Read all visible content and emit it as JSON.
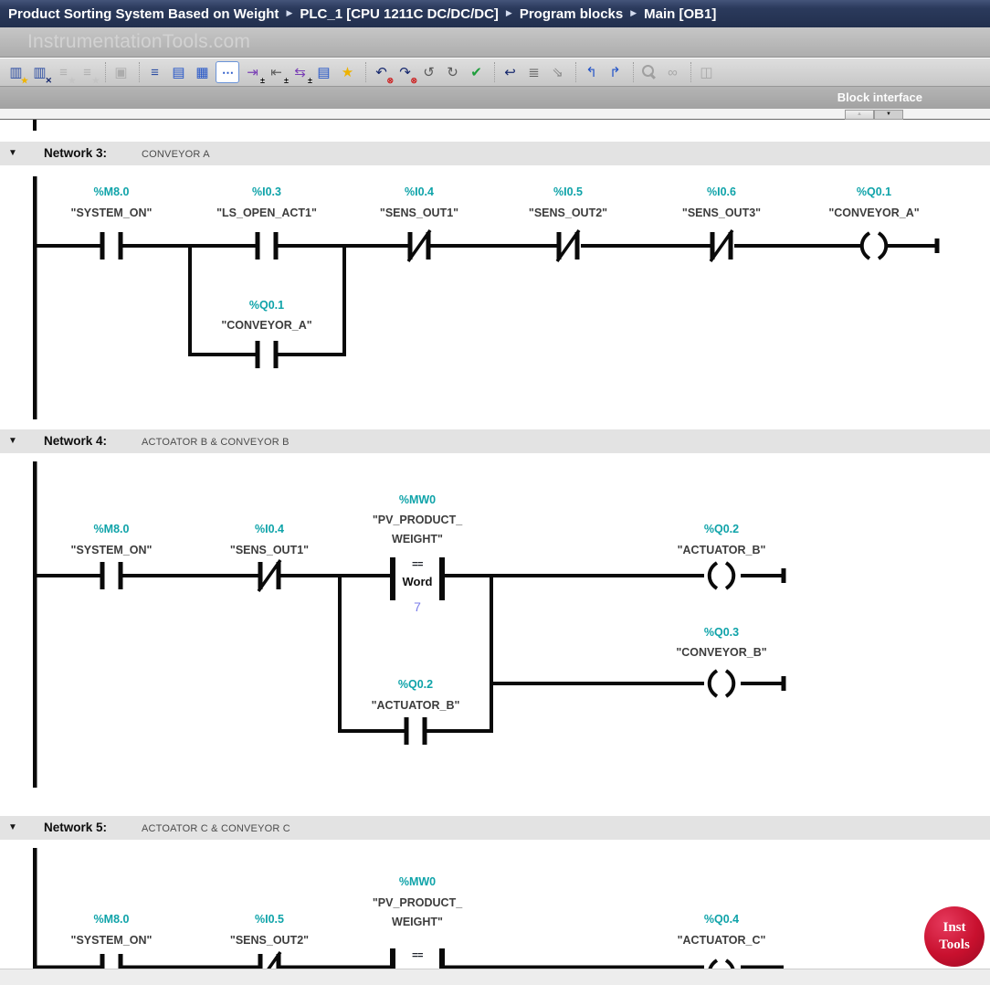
{
  "title_bar": {
    "breadcrumb": [
      "Product Sorting System Based on Weight",
      "PLC_1 [CPU 1211C DC/DC/DC]",
      "Program blocks",
      "Main [OB1]"
    ],
    "separator": "▶"
  },
  "watermark": {
    "text": "InstrumentationTools.com"
  },
  "toolbar": {
    "icons": [
      {
        "name": "insert-network",
        "glyph": "▥",
        "color": "#2e4fa3",
        "badge": "★",
        "badge_color": "#f0b400"
      },
      {
        "name": "delete-network",
        "glyph": "▥",
        "color": "#2e4fa3",
        "badge": "✕",
        "badge_color": "#16286e"
      },
      {
        "name": "insert-row",
        "glyph": "≡",
        "color": "#a6a6a6",
        "badge": "★",
        "badge_color": "#c2c2c2",
        "disabled": true
      },
      {
        "name": "insert-row-after",
        "glyph": "≡",
        "color": "#a6a6a6",
        "badge": "★",
        "badge_color": "#c2c2c2",
        "disabled": true
      },
      {
        "sep": true
      },
      {
        "name": "reset-start-values",
        "glyph": "▣",
        "color": "#a0a0a0",
        "disabled": true
      },
      {
        "sep": true
      },
      {
        "name": "expand-all-networks",
        "glyph": "≡",
        "color": "#2e4fa3"
      },
      {
        "name": "collapse-all-networks",
        "glyph": "▤",
        "color": "#2455c8"
      },
      {
        "name": "open-closed-networks",
        "glyph": "▦",
        "color": "#2455c8"
      },
      {
        "name": "network-comments-toggle",
        "glyph": "⋯",
        "color": "#2455c8",
        "bubble": true,
        "active": true
      },
      {
        "name": "show-ff-parameters",
        "glyph": "⇥",
        "color": "#7a3fb5",
        "badge": "±",
        "badge_color": "#141414"
      },
      {
        "name": "show-hidden-parameters",
        "glyph": "⇤",
        "color": "#5f5f5f",
        "badge": "±",
        "badge_color": "#141414"
      },
      {
        "name": "keep-actual-values",
        "glyph": "⇆",
        "color": "#7a3fb5",
        "badge": "±",
        "badge_color": "#141414"
      },
      {
        "name": "block-overview",
        "glyph": "▤",
        "color": "#2455c8"
      },
      {
        "name": "favorites",
        "glyph": "★",
        "color": "#edb200"
      },
      {
        "sep": true
      },
      {
        "name": "previous-error",
        "glyph": "↶",
        "color": "#16286e",
        "badge": "⊗",
        "badge_color": "#cc1f1f"
      },
      {
        "name": "next-error",
        "glyph": "↷",
        "color": "#16286e",
        "badge": "⊗",
        "badge_color": "#cc1f1f"
      },
      {
        "name": "update-block-call",
        "glyph": "↺",
        "color": "#5a5a5a"
      },
      {
        "name": "refresh-block-call",
        "glyph": "↻",
        "color": "#5a5a5a"
      },
      {
        "name": "consistency-check",
        "glyph": "✔",
        "color": "#1f9e3c"
      },
      {
        "sep": true
      },
      {
        "name": "go-to-definition",
        "glyph": "↩",
        "color": "#16286e"
      },
      {
        "name": "absolute-symbolic-operands",
        "glyph": "≣",
        "color": "#5f5f5f"
      },
      {
        "name": "free-form-comment",
        "glyph": "⇘",
        "color": "#8a8a8a"
      },
      {
        "sep": true
      },
      {
        "name": "navigate-backward",
        "glyph": "↰",
        "color": "#2455c8"
      },
      {
        "name": "navigate-forward",
        "glyph": "↱",
        "color": "#2455c8"
      },
      {
        "sep": true
      },
      {
        "name": "find-and-replace",
        "magnifier": true,
        "color": "#9a9a9a",
        "disabled": true
      },
      {
        "name": "spectacles-view",
        "glyph": "∞",
        "color": "#9a9a9a",
        "disabled": true
      },
      {
        "sep": true
      },
      {
        "name": "data-block-lock",
        "glyph": "◫",
        "color": "#9a9a9a",
        "disabled": true
      }
    ]
  },
  "panel": {
    "block_interface_label": "Block interface",
    "scroll_up": "▲",
    "scroll_down": "▼"
  },
  "colors": {
    "operand_address": "#0fa3a9",
    "operand_tag": "#3d3d3d",
    "constant_value": "#7b7eea",
    "title_bar_bg": "#2b3a5c",
    "badge_red": "#c8102e",
    "ladder_line": "#0a0a0a"
  },
  "networks": [
    {
      "header": {
        "collapse": "▼",
        "label": "Network 3:",
        "comment": "CONVEYOR A"
      },
      "elements": [
        {
          "type": "no-contact",
          "address": "%M8.0",
          "tag": "\"SYSTEM_ON\""
        },
        {
          "type": "no-contact",
          "address": "%I0.3",
          "tag": "\"LS_OPEN_ACT1\""
        },
        {
          "type": "nc-contact",
          "address": "%I0.4",
          "tag": "\"SENS_OUT1\""
        },
        {
          "type": "nc-contact",
          "address": "%I0.5",
          "tag": "\"SENS_OUT2\""
        },
        {
          "type": "nc-contact",
          "address": "%I0.6",
          "tag": "\"SENS_OUT3\""
        },
        {
          "type": "coil",
          "address": "%Q0.1",
          "tag": "\"CONVEYOR_A\""
        },
        {
          "type": "no-contact-branch",
          "address": "%Q0.1",
          "tag": "\"CONVEYOR_A\""
        }
      ]
    },
    {
      "header": {
        "collapse": "▼",
        "label": "Network 4:",
        "comment": "ACTOATOR B & CONVEYOR B"
      },
      "elements": [
        {
          "type": "no-contact",
          "address": "%M8.0",
          "tag": "\"SYSTEM_ON\""
        },
        {
          "type": "nc-contact",
          "address": "%I0.4",
          "tag": "\"SENS_OUT1\""
        },
        {
          "type": "compare-equal",
          "address": "%MW0",
          "tag_line1": "\"PV_PRODUCT_",
          "tag_line2": "WEIGHT\"",
          "operator": "==",
          "data_type": "Word",
          "compare_value": "7"
        },
        {
          "type": "coil",
          "address": "%Q0.2",
          "tag": "\"ACTUATOR_B\""
        },
        {
          "type": "coil",
          "address": "%Q0.3",
          "tag": "\"CONVEYOR_B\""
        },
        {
          "type": "no-contact-branch",
          "address": "%Q0.2",
          "tag": "\"ACTUATOR_B\""
        }
      ]
    },
    {
      "header": {
        "collapse": "▼",
        "label": "Network 5:",
        "comment": "ACTOATOR C & CONVEYOR C"
      },
      "elements": [
        {
          "type": "no-contact",
          "address": "%M8.0",
          "tag": "\"SYSTEM_ON\""
        },
        {
          "type": "nc-contact",
          "address": "%I0.5",
          "tag": "\"SENS_OUT2\""
        },
        {
          "type": "compare-equal",
          "address": "%MW0",
          "tag_line1": "\"PV_PRODUCT_",
          "tag_line2": "WEIGHT\"",
          "operator": "=="
        },
        {
          "type": "coil",
          "address": "%Q0.4",
          "tag": "\"ACTUATOR_C\""
        }
      ]
    }
  ],
  "badge": {
    "line1": "Inst",
    "line2": "Tools"
  }
}
